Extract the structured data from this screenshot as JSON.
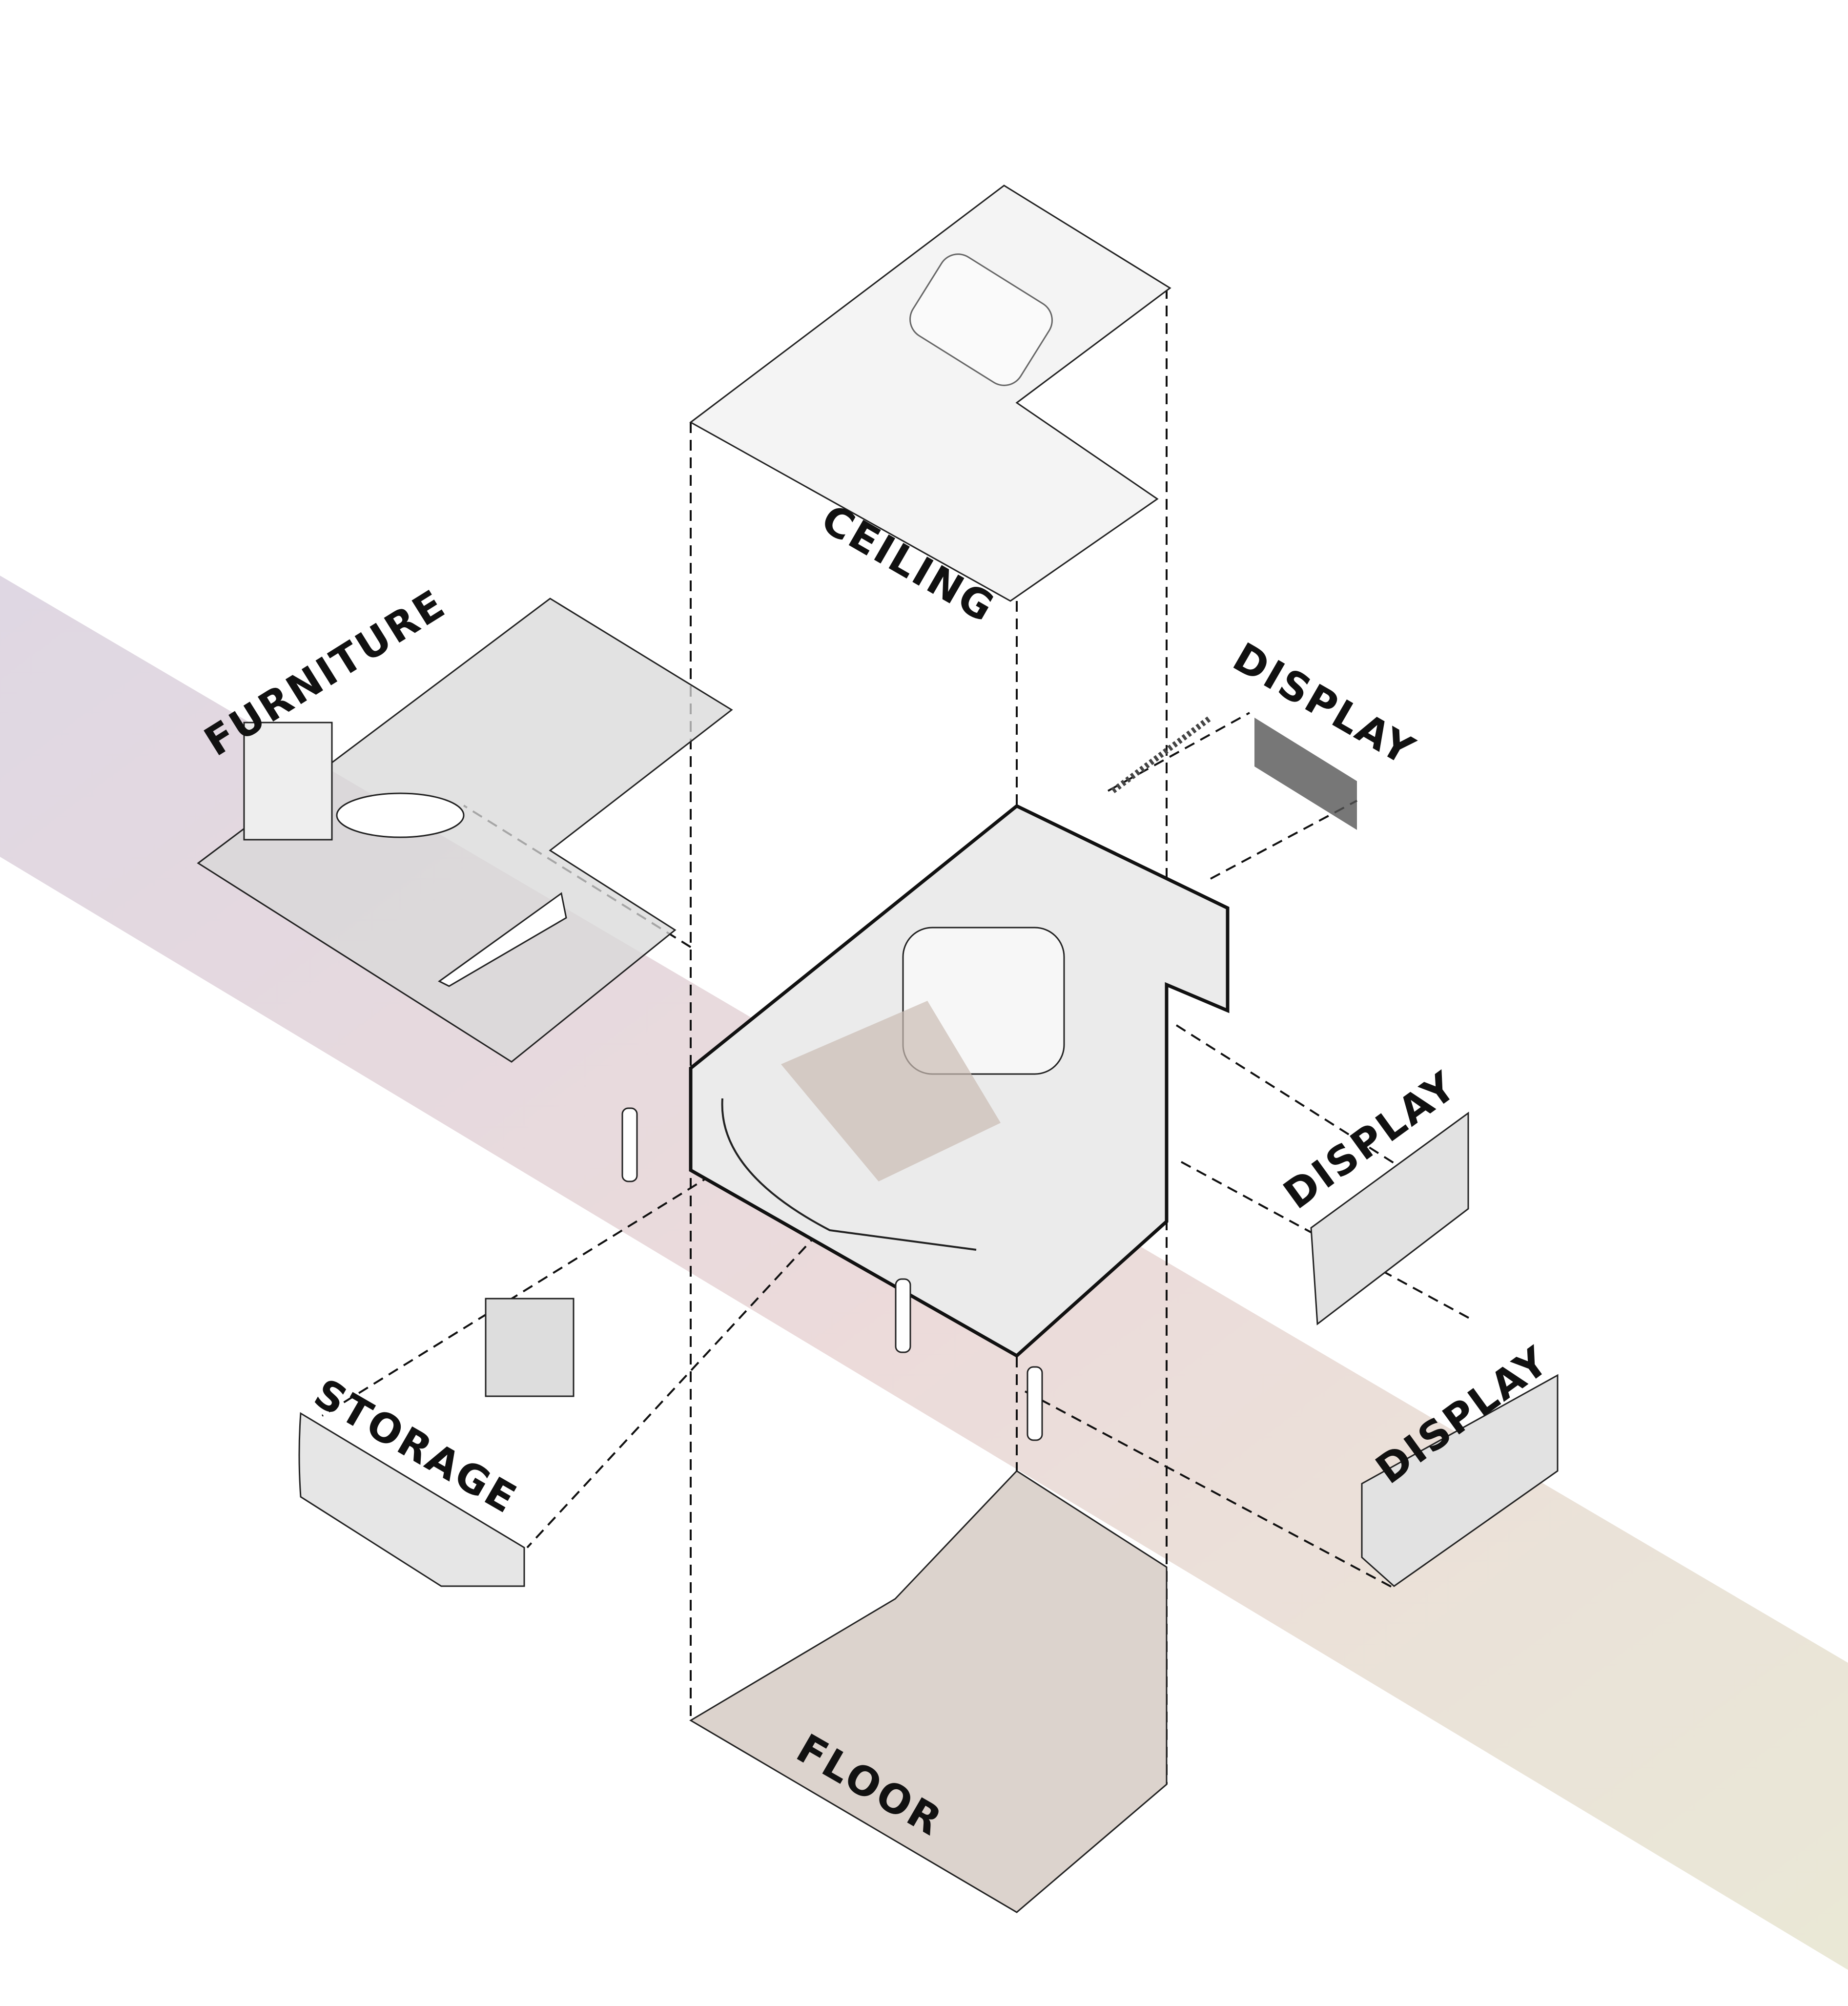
{
  "labels": {
    "ceiling": "CEILING",
    "furniture": "FURNITURE",
    "display_top": "DISPLAY",
    "display_middle": "DISPLAY",
    "display_bottom": "DISPLAY",
    "storage": "STORAGE",
    "floor": "FLOOR"
  },
  "colors": {
    "band_start": "#d9d0de",
    "band_mid": "#e8d4d4",
    "band_end": "#e6e4cf",
    "floor": "#dcd3cd",
    "furniture_plane": "#d8d8d8",
    "ceiling": "#f4f4f4"
  }
}
